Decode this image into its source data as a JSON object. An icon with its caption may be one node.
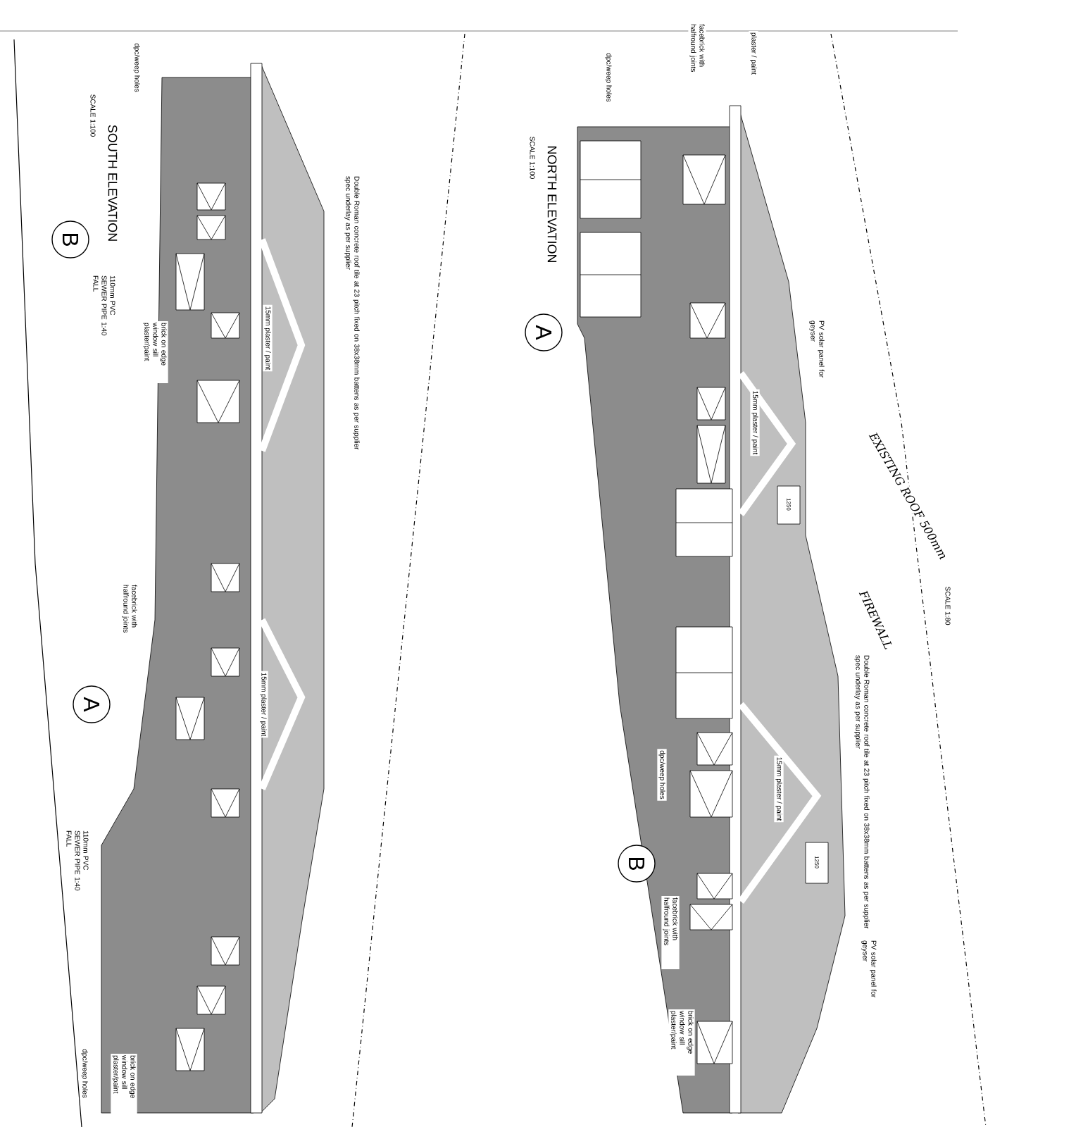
{
  "diagram": {
    "nodes": [
      {
        "text": [
          "B"
        ]
      },
      {
        "text": [
          "A"
        ]
      },
      {
        "text": [
          "A"
        ]
      },
      {
        "text": [
          "B"
        ]
      }
    ],
    "labels": [
      "SOUTH ELEVATION",
      "SCALE 1:100",
      "dpc/weep holes",
      "110mm PVC SEWER PIPE 1:40 FALL",
      "brick on edge window sill plaster/paint",
      "15mm plaster / paint",
      "Double Roman concrete roof tile at 23 pitch fixed on 38x38mm battens as per supplier spec underlay as per supplier",
      "facebrick with halfround joints",
      "15mm plaster / paint",
      "110mm PVC SEWER PIPE 1:40 FALL",
      "dpc/weep holes",
      "brick on edge window sill plaster/paint",
      "NORTH ELEVATION",
      "SCALE 1:100",
      "plaster / paint",
      "facebrick with halfround joints",
      "dpc/weep holes",
      "PV solar panel for geyser",
      "15mm plaster / paint",
      "1250",
      "EXISTING ROOF 500mm",
      "FIREWALL",
      "SCALE 1:80",
      "Double Roman concrete roof tile at 23 pitch fixed on 38x38mm battens as per supplier spec underlay as per supplier",
      "15mm plaster / paint",
      "dpc/weep holes",
      "facebrick with halfround joints",
      "1250",
      "PV solar panel for geyser",
      "brick on edge window sill plaster/paint"
    ]
  }
}
